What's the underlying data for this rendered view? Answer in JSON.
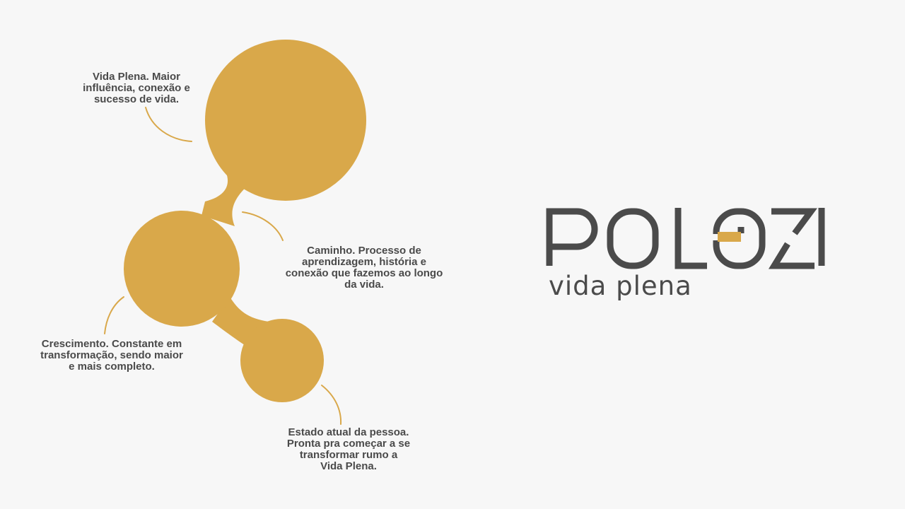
{
  "colors": {
    "background": "#f7f7f7",
    "accent_gold": "#d9a84a",
    "text_dark": "#4a4a4a",
    "logo_dark": "#4b4b4b"
  },
  "diagram": {
    "shape": "connected-circles",
    "nodes": [
      {
        "id": "vida-plena",
        "text": "Vida Plena. Maior\ninfluência,  conexão e\nsucesso de vida."
      },
      {
        "id": "caminho",
        "text": "Caminho. Processo de\naprendizagem, história e\nconexão que fazemos ao longo\nda vida."
      },
      {
        "id": "crescimento",
        "text": "Crescimento. Constante em\ntransformação, sendo maior\ne mais completo."
      },
      {
        "id": "estado-atual",
        "text": "Estado atual da pessoa.\nPronta pra começar a se\ntransformar rumo a\nVida Plena."
      }
    ]
  },
  "logo": {
    "wordmark": "POLOZI",
    "tagline": "vida plena"
  }
}
